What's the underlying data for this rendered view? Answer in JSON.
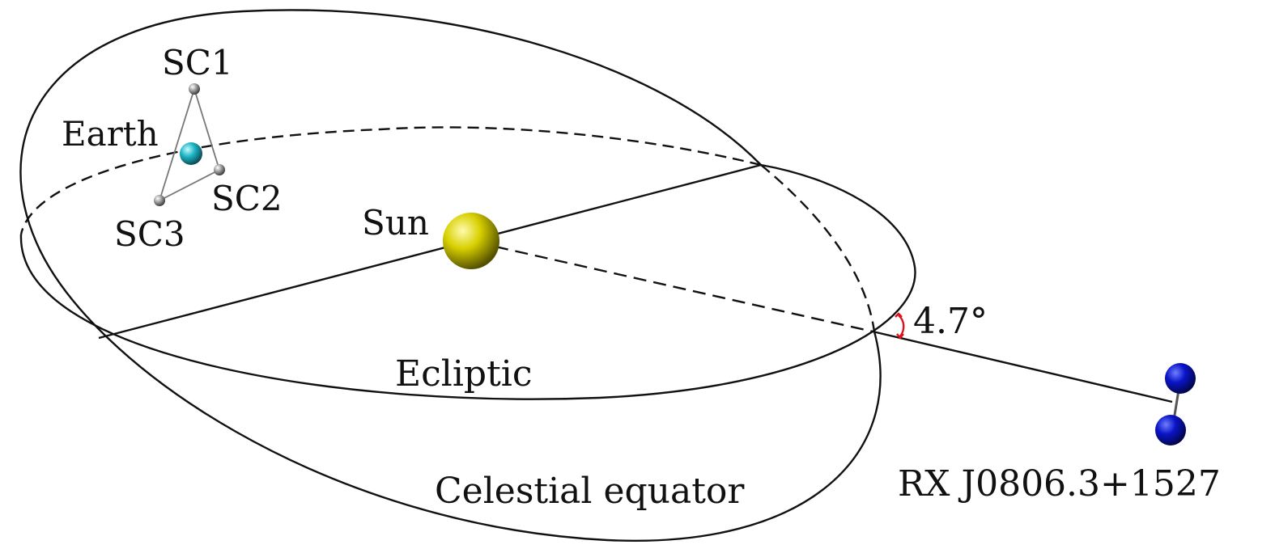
{
  "labels": {
    "sc1": "SC1",
    "sc2": "SC2",
    "sc3": "SC3",
    "earth": "Earth",
    "sun": "Sun",
    "ecliptic": "Ecliptic",
    "equator": "Celestial equator",
    "source": "RX J0806.3+1527",
    "angle": "4.7°"
  },
  "colors": {
    "line": "#111111",
    "sun": "#d8d000",
    "earth": "#1fb5c4",
    "spacecraft": "#9a9a9a",
    "binary": "#0a14c8",
    "angle_marker": "#e0101a"
  }
}
